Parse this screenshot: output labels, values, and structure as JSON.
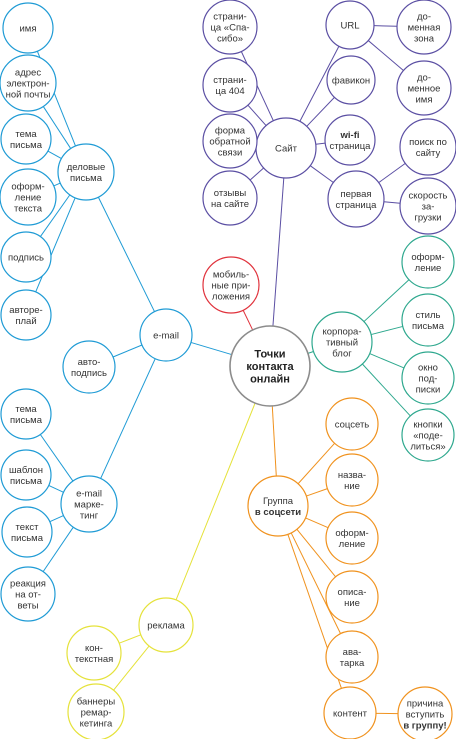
{
  "colors": {
    "center": "#8c8c8c",
    "site": "#5b4fa3",
    "blue": "#1f9bd5",
    "teal": "#2ea88e",
    "orange": "#f0921e",
    "yellow": "#e5e23a",
    "red": "#e0323c"
  },
  "center": {
    "id": "center",
    "lines": [
      "Точки",
      "контакта",
      "онлайн"
    ]
  },
  "nodes": [
    {
      "id": "site",
      "parent": "center",
      "group": "site",
      "lines": [
        "Сайт"
      ]
    },
    {
      "id": "s_thanks",
      "parent": "site",
      "group": "site",
      "lines": [
        "страни-",
        "ца «Спа-",
        "сибо»"
      ]
    },
    {
      "id": "s_404",
      "parent": "site",
      "group": "site",
      "lines": [
        "страни-",
        "ца 404"
      ]
    },
    {
      "id": "s_feedback",
      "parent": "site",
      "group": "site",
      "lines": [
        "форма",
        "обратной",
        "связи"
      ]
    },
    {
      "id": "s_reviews",
      "parent": "site",
      "group": "site",
      "lines": [
        "отзывы",
        "на сайте"
      ]
    },
    {
      "id": "s_url",
      "parent": "site",
      "group": "site",
      "lines": [
        "URL"
      ]
    },
    {
      "id": "s_domain_zone",
      "parent": "s_url",
      "group": "site",
      "lines": [
        "до-",
        "менная",
        "зона"
      ]
    },
    {
      "id": "s_domain_name",
      "parent": "s_url",
      "group": "site",
      "lines": [
        "до-",
        "менное",
        "имя"
      ]
    },
    {
      "id": "s_favicon",
      "parent": "site",
      "group": "site",
      "lines": [
        "фавикон"
      ]
    },
    {
      "id": "s_wifi",
      "parent": "site",
      "group": "site",
      "lines": [
        "wi-fi",
        "страница"
      ],
      "boldFirst": true
    },
    {
      "id": "s_first",
      "parent": "site",
      "group": "site",
      "lines": [
        "первая",
        "страница"
      ]
    },
    {
      "id": "s_search",
      "parent": "s_first",
      "group": "site",
      "lines": [
        "поиск по",
        "сайту"
      ]
    },
    {
      "id": "s_speed",
      "parent": "s_first",
      "group": "site",
      "lines": [
        "скорость",
        "за-",
        "грузки"
      ]
    },
    {
      "id": "mobile",
      "parent": "center",
      "group": "red",
      "lines": [
        "мобиль-",
        "ные при-",
        "ложения"
      ]
    },
    {
      "id": "blog",
      "parent": "center",
      "group": "teal",
      "lines": [
        "корпора-",
        "тивный",
        "блог"
      ]
    },
    {
      "id": "b_design",
      "parent": "blog",
      "group": "teal",
      "lines": [
        "оформ-",
        "ление"
      ]
    },
    {
      "id": "b_style",
      "parent": "blog",
      "group": "teal",
      "lines": [
        "стиль",
        "письма"
      ]
    },
    {
      "id": "b_window",
      "parent": "blog",
      "group": "teal",
      "lines": [
        "окно",
        "под-",
        "писки"
      ]
    },
    {
      "id": "b_share",
      "parent": "blog",
      "group": "teal",
      "lines": [
        "кнопки",
        "«поде-",
        "литься»"
      ]
    },
    {
      "id": "email",
      "parent": "center",
      "group": "blue",
      "lines": [
        "e-mail"
      ]
    },
    {
      "id": "biz",
      "parent": "email",
      "group": "blue",
      "lines": [
        "деловые",
        "письма"
      ]
    },
    {
      "id": "biz_name",
      "parent": "biz",
      "group": "blue",
      "lines": [
        "имя"
      ]
    },
    {
      "id": "biz_addr",
      "parent": "biz",
      "group": "blue",
      "lines": [
        "адрес",
        "электрон-",
        "ной почты"
      ]
    },
    {
      "id": "biz_topic",
      "parent": "biz",
      "group": "blue",
      "lines": [
        "тема",
        "письма"
      ]
    },
    {
      "id": "biz_design",
      "parent": "biz",
      "group": "blue",
      "lines": [
        "оформ-",
        "ление",
        "текста"
      ]
    },
    {
      "id": "biz_sign",
      "parent": "biz",
      "group": "blue",
      "lines": [
        "подпись"
      ]
    },
    {
      "id": "biz_author",
      "parent": "biz",
      "group": "blue",
      "lines": [
        "авторе-",
        "плай"
      ]
    },
    {
      "id": "autosign",
      "parent": "email",
      "group": "blue",
      "lines": [
        "авто-",
        "подпись"
      ]
    },
    {
      "id": "mkt",
      "parent": "email",
      "group": "blue",
      "lines": [
        "e-mail",
        "маркe-",
        "тинг"
      ]
    },
    {
      "id": "mkt_topic",
      "parent": "mkt",
      "group": "blue",
      "lines": [
        "тема",
        "письма"
      ]
    },
    {
      "id": "mkt_template",
      "parent": "mkt",
      "group": "blue",
      "lines": [
        "шаблон",
        "письма"
      ]
    },
    {
      "id": "mkt_text",
      "parent": "mkt",
      "group": "blue",
      "lines": [
        "текст",
        "письма"
      ]
    },
    {
      "id": "mkt_react",
      "parent": "mkt",
      "group": "blue",
      "lines": [
        "реакция",
        "на от-",
        "веты"
      ]
    },
    {
      "id": "social",
      "parent": "center",
      "group": "orange",
      "lines": [
        "Группа",
        "в соцсети"
      ],
      "boldLast": true
    },
    {
      "id": "so_net",
      "parent": "social",
      "group": "orange",
      "lines": [
        "соцсеть"
      ]
    },
    {
      "id": "so_name",
      "parent": "social",
      "group": "orange",
      "lines": [
        "назва-",
        "ние"
      ]
    },
    {
      "id": "so_design",
      "parent": "social",
      "group": "orange",
      "lines": [
        "оформ-",
        "ление"
      ]
    },
    {
      "id": "so_desc",
      "parent": "social",
      "group": "orange",
      "lines": [
        "описа-",
        "ние"
      ]
    },
    {
      "id": "so_avatar",
      "parent": "social",
      "group": "orange",
      "lines": [
        "ава-",
        "тарка"
      ]
    },
    {
      "id": "so_content",
      "parent": "social",
      "group": "orange",
      "lines": [
        "контент"
      ]
    },
    {
      "id": "so_reason",
      "parent": "so_content",
      "group": "orange",
      "lines": [
        "причина",
        "вступить",
        "в группу!"
      ],
      "boldLast": true
    },
    {
      "id": "ads",
      "parent": "center",
      "group": "yellow",
      "lines": [
        "реклама"
      ]
    },
    {
      "id": "ad_context",
      "parent": "ads",
      "group": "yellow",
      "lines": [
        "кон-",
        "текстная"
      ]
    },
    {
      "id": "ad_banner",
      "parent": "ads",
      "group": "yellow",
      "lines": [
        "баннеры",
        "ремар-",
        "кетинга"
      ]
    }
  ]
}
